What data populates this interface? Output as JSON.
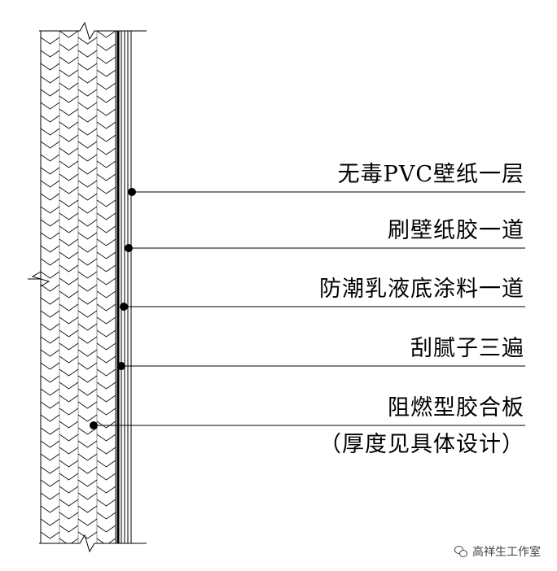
{
  "labels": [
    {
      "text": "无毒PVC壁纸一层"
    },
    {
      "text": "刷壁纸胶一道"
    },
    {
      "text": "防潮乳液底涂料一道"
    },
    {
      "text": "刮腻子三遍"
    },
    {
      "text": "阻燃型胶合板"
    },
    {
      "text": "（厚度见具体设计）"
    }
  ],
  "watermark": {
    "text": "高祥生工作室",
    "icon": "wechat-icon"
  },
  "colors": {
    "line": "#000000",
    "background": "#ffffff"
  }
}
